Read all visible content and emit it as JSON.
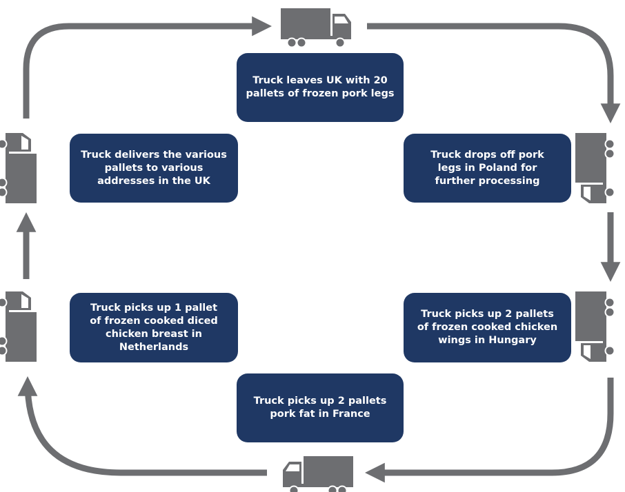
{
  "colors": {
    "box_fill": "#1f3864",
    "box_text": "#ffffff",
    "arrow": "#6d6e71",
    "truck": "#6d6e71"
  },
  "steps": [
    {
      "id": "uk-departure",
      "text": "Truck leaves UK with 20\npallets of frozen pork legs"
    },
    {
      "id": "poland",
      "text": "Truck drops off pork\nlegs in Poland for\nfurther processing"
    },
    {
      "id": "hungary",
      "text": "Truck picks up 2 pallets\nof frozen cooked chicken\nwings in Hungary"
    },
    {
      "id": "france",
      "text": "Truck picks up 2 pallets\npork fat in France"
    },
    {
      "id": "netherlands",
      "text": "Truck picks up 1 pallet\nof frozen cooked diced\nchicken breast in\nNetherlands"
    },
    {
      "id": "uk-delivery",
      "text": "Truck delivers the various\npallets to various\naddresses in the UK"
    }
  ],
  "icons": {
    "truck": "truck-icon",
    "arrow": "arrow-icon"
  }
}
